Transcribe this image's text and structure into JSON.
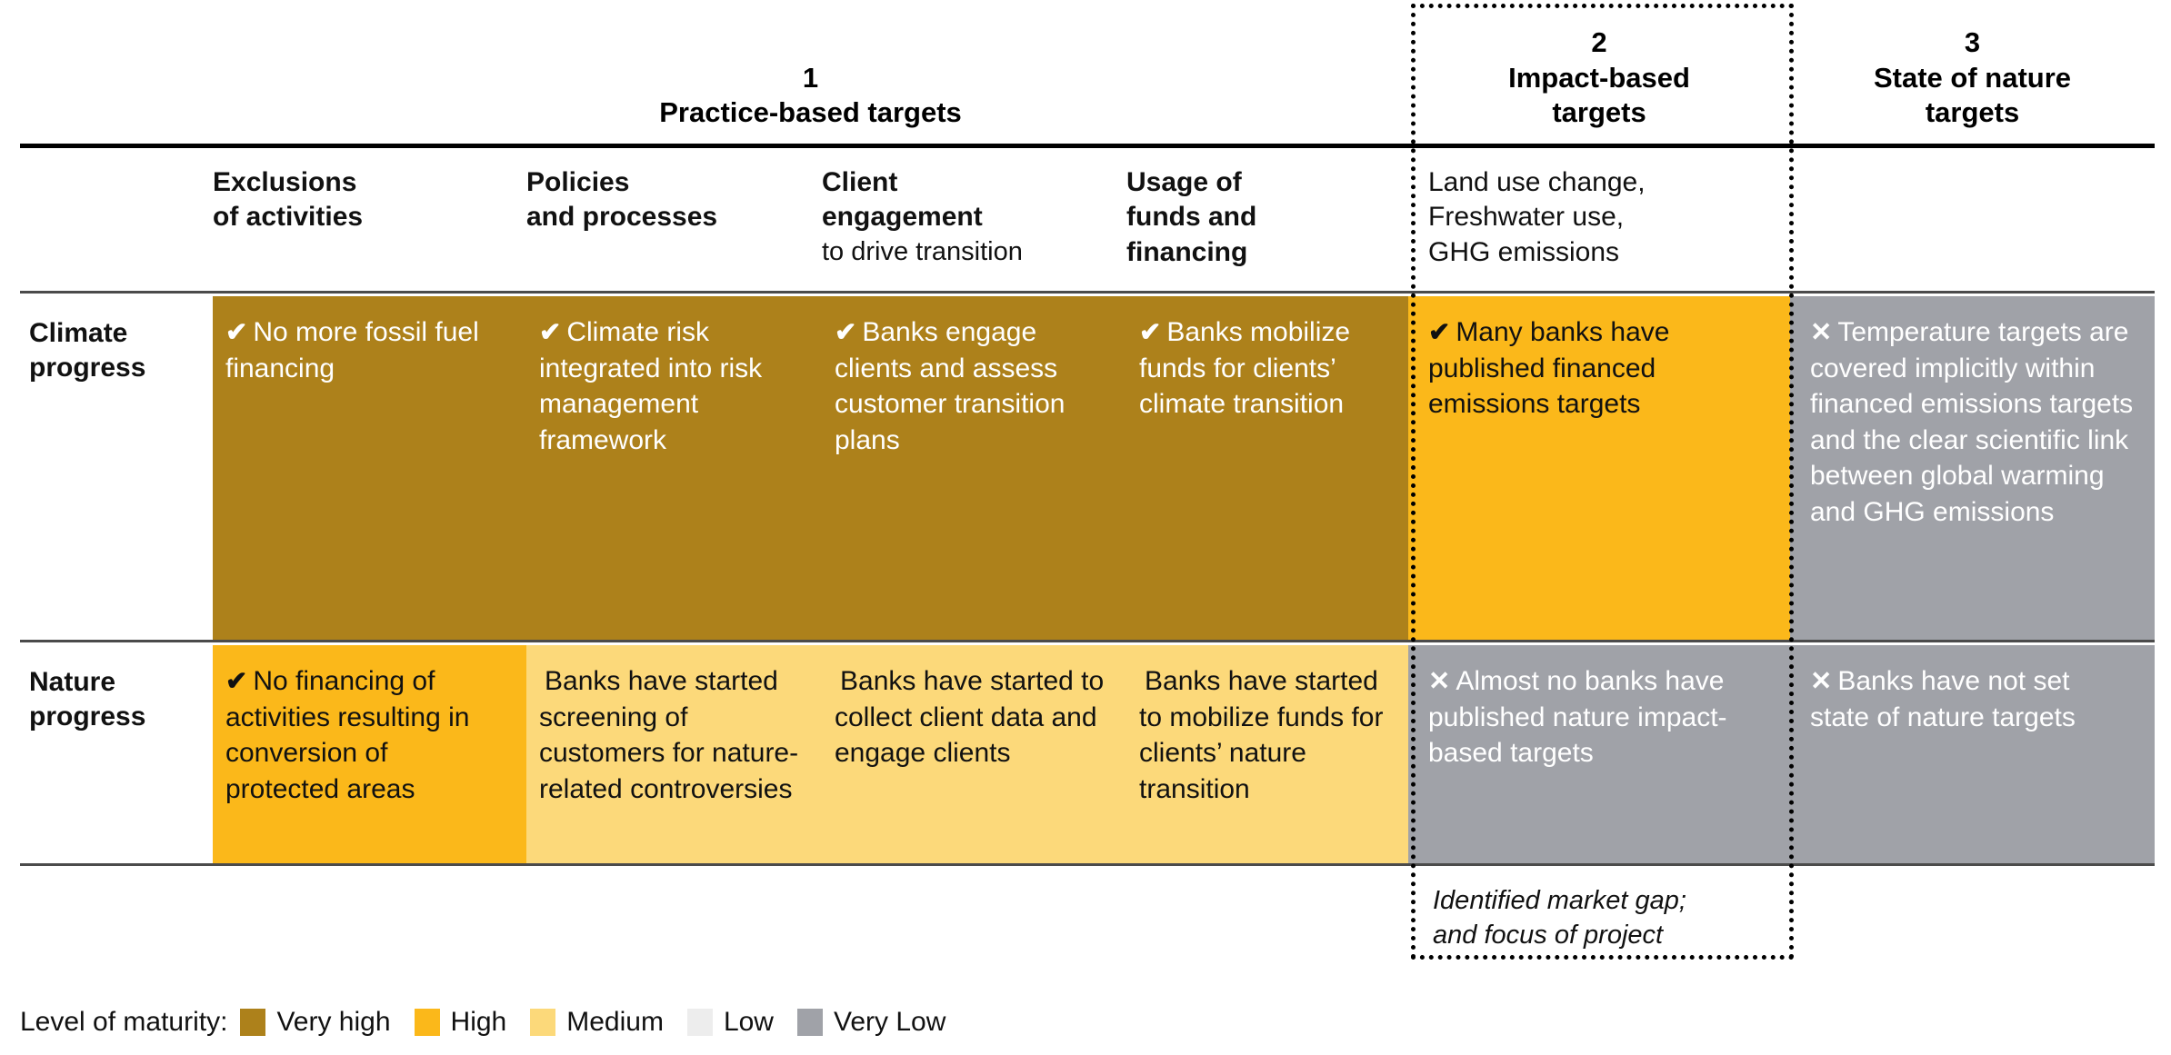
{
  "groups": [
    {
      "num": "1",
      "name": "Practice-based targets"
    },
    {
      "num": "2",
      "name": "Impact-based\ntargets"
    },
    {
      "num": "3",
      "name": "State of nature\ntargets"
    }
  ],
  "column_headers": [
    {
      "main": "Exclusions\nof activities",
      "sub": ""
    },
    {
      "main": "Policies\nand processes",
      "sub": ""
    },
    {
      "main": "Client\nengagement",
      "sub": "to drive transition"
    },
    {
      "main": "Usage of\nfunds and\nfinancing",
      "sub": ""
    },
    {
      "main": "Land use change,\nFreshwater use,\nGHG emissions",
      "sub": "",
      "plain": true
    },
    {
      "main": "",
      "sub": ""
    }
  ],
  "rows": [
    {
      "label": "Climate\nprogress",
      "cells": [
        {
          "mark": "✔",
          "text": "No more fossil fuel financing",
          "maturity": "Very high",
          "fill": "#AD811B",
          "text_color": "light"
        },
        {
          "mark": "✔",
          "text": "Climate risk integrated into risk management framework",
          "maturity": "Very high",
          "fill": "#AD811B",
          "text_color": "light"
        },
        {
          "mark": "✔",
          "text": "Banks engage clients and assess customer transition plans",
          "maturity": "Very high",
          "fill": "#AD811B",
          "text_color": "light"
        },
        {
          "mark": "✔",
          "text": "Banks mobilize funds for clients’ climate transition",
          "maturity": "Very high",
          "fill": "#AD811B",
          "text_color": "light"
        },
        {
          "mark": "✔",
          "text": "Many banks have published financed emissions targets",
          "maturity": "High",
          "fill": "#FBB81A",
          "text_color": "dark"
        },
        {
          "mark": "✕",
          "text": "Temperature targets are covered implicitly within financed emissions targets and the clear scientific link between global warming and GHG emissions",
          "maturity": "Very Low",
          "fill": "#A0A2A8",
          "text_color": "light"
        }
      ]
    },
    {
      "label": "Nature\nprogress",
      "cells": [
        {
          "mark": "✔",
          "text": "No financing of activities resulting in conversion of protected areas",
          "maturity": "High",
          "fill": "#FBB81A",
          "text_color": "dark"
        },
        {
          "mark": "",
          "text": "Banks have started screening of customers for nature-related controversies",
          "maturity": "Medium",
          "fill": "#FCD97A",
          "text_color": "dark"
        },
        {
          "mark": "",
          "text": "Banks have started to collect client data and engage clients",
          "maturity": "Medium",
          "fill": "#FCD97A",
          "text_color": "dark"
        },
        {
          "mark": "",
          "text": "Banks have started to mobilize funds for clients’ nature transition",
          "maturity": "Medium",
          "fill": "#FCD97A",
          "text_color": "dark"
        },
        {
          "mark": "✕",
          "text": "Almost no banks have published nature impact-based targets",
          "maturity": "Very Low",
          "fill": "#A0A2A8",
          "text_color": "light"
        },
        {
          "mark": "✕",
          "text": "Banks have not set state of nature targets",
          "maturity": "Very Low",
          "fill": "#A0A2A8",
          "text_color": "light"
        }
      ]
    }
  ],
  "footnote": "Identified market gap;\nand focus of project",
  "legend": {
    "title": "Level of maturity:",
    "items": [
      {
        "label": "Very high",
        "color": "#AD811B"
      },
      {
        "label": "High",
        "color": "#FBB81A"
      },
      {
        "label": "Medium",
        "color": "#FCD97A"
      },
      {
        "label": "Low",
        "color": "#EDEDED"
      },
      {
        "label": "Very Low",
        "color": "#A0A2A8"
      }
    ]
  }
}
